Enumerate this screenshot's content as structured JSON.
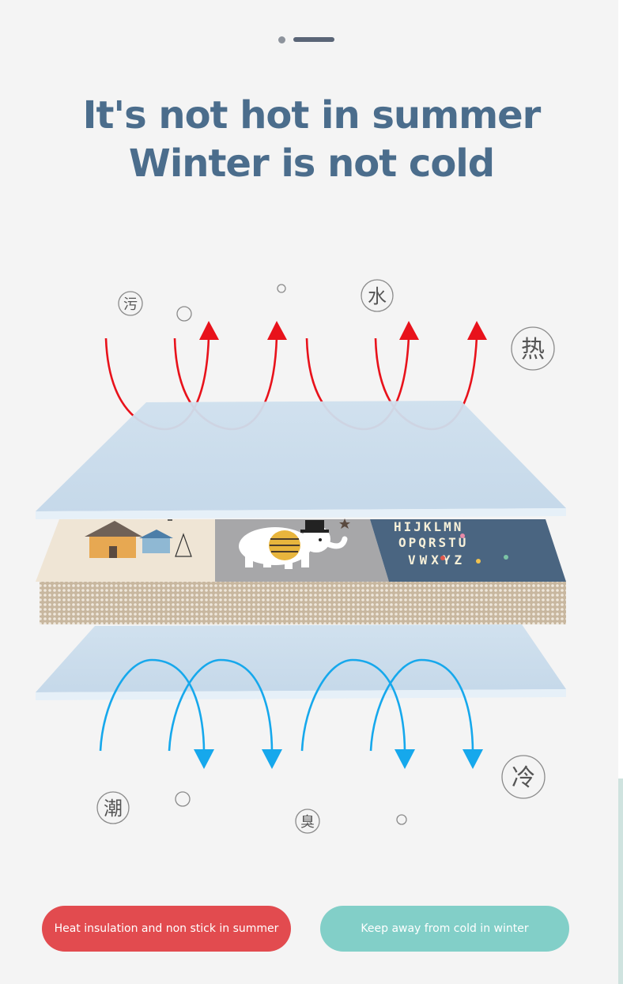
{
  "headline": {
    "line1": "It's not hot in summer",
    "line2": "Winter is not cold"
  },
  "bubbles_top": [
    {
      "char": "污"
    },
    {
      "char": "水"
    },
    {
      "char": "热"
    }
  ],
  "bubbles_bottom": [
    {
      "char": "潮"
    },
    {
      "char": "臭"
    },
    {
      "char": "冷"
    }
  ],
  "mat": {
    "panel_left": {
      "icon": "house-icon"
    },
    "panel_middle": {
      "icon": "elephant-icon"
    },
    "panel_right": {
      "icon": "alphabet-icon",
      "row1": "HIJKLMN",
      "row2": "OPQRSTU",
      "row3": "VWXYZ"
    }
  },
  "buttons": {
    "summer": "Heat insulation and non stick in summer",
    "winter": "Keep away from cold in winter"
  },
  "colors": {
    "headline": "#4b6d8c",
    "hot_arrow": "#e8121b",
    "cold_arrow": "#16a8ec",
    "summer_button": "#e24b4f",
    "winter_button": "#82cfc8",
    "film": "#c9dcec"
  }
}
